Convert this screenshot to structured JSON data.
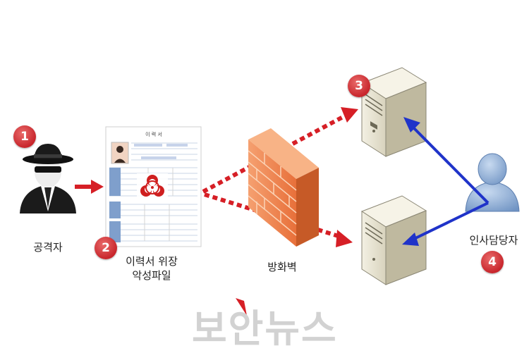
{
  "badges": [
    "1",
    "2",
    "3",
    "4"
  ],
  "labels": {
    "attacker": "공격자",
    "resume_line1": "이력서 위장",
    "resume_line2": "악성파일",
    "firewall": "방화벽",
    "hr": "인사담당자"
  },
  "resume": {
    "doc_title": "이 력 서"
  },
  "watermark": "보안뉴스",
  "colors": {
    "badge": "#c8262c",
    "attack_arrow": "#d61f26",
    "hr_arrow": "#1f33c9",
    "firewall": "#f0874e",
    "server": "#e8e4d2",
    "person": "#8fb0d8"
  },
  "icons": [
    "hacker-icon",
    "resume-document-icon",
    "biohazard-icon",
    "firewall-icon",
    "server-icon",
    "user-icon"
  ]
}
